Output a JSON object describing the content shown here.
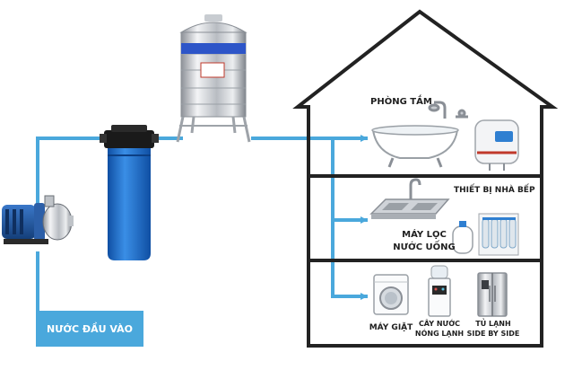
{
  "labels": {
    "input": "NƯỚC ĐẦU VÀO",
    "bathroom": "PHÒNG TẮM",
    "kitchen": "THIẾT BỊ NHÀ BẾP",
    "purifier_line1": "MÁY LỌC",
    "purifier_line2": "NƯỚC UỐNG",
    "washer": "MÁY GIẶT",
    "dispenser_line1": "CÂY NƯỚC",
    "dispenser_line2": "NÓNG LẠNH",
    "fridge_line1": "TỦ LẠNH",
    "fridge_line2": "SIDE BY SIDE"
  },
  "colors": {
    "pipe": "#4aa8dc",
    "house_outline": "#222222",
    "filter_blue": "#1e6fc8",
    "filter_cap": "#1a1a1a",
    "tank_band": "#2d55c8"
  },
  "icons": [
    "water-pump-icon",
    "water-filter-icon",
    "water-tank-icon",
    "bathtub-icon",
    "shower-faucet-icon",
    "water-heater-icon",
    "kitchen-sink-icon",
    "ro-purifier-icon",
    "washing-machine-icon",
    "water-dispenser-icon",
    "side-by-side-fridge-icon"
  ]
}
